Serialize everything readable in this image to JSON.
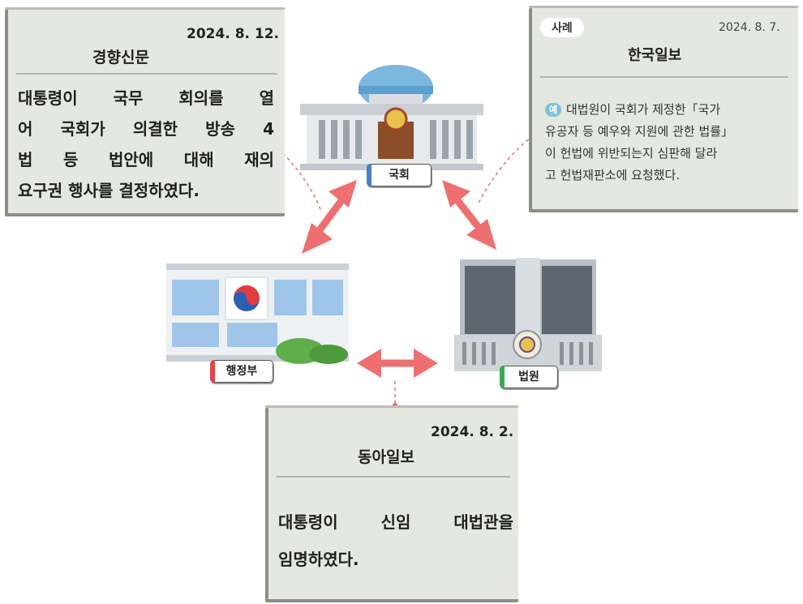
{
  "left_card": {
    "date": "2024. 8. 12.",
    "paper": "경향신문",
    "lines": [
      "대통령이 국무 회의를 열",
      "어 국회가 의결한 방송 4",
      "법 등 법안에 대해 재의",
      "요구권 행사를 결정하였다."
    ]
  },
  "right_card": {
    "tag": "사례",
    "date": "2024. 8. 7.",
    "paper": "한국일보",
    "badge": "예",
    "lines": [
      "대법원이 국회가 제정한「국가",
      "유공자 등 예우와 지원에 관한 법률」",
      "이 헌법에 위반되는지 심판해 달라",
      "고 헌법재판소에 요청했다."
    ]
  },
  "bottom_card": {
    "date": "2024. 8. 2.",
    "paper": "동아일보",
    "lines": [
      "대통령이 신임 대법관을",
      "임명하였다."
    ]
  },
  "buildings": {
    "assembly": "국회",
    "executive": "행정부",
    "court": "법원"
  },
  "colors": {
    "card_bg": "#e4e8e1",
    "arrow": "#ee6f70",
    "dash": "#e96a6a",
    "assembly_accent": "#4d7dc4",
    "executive_accent": "#e4444a",
    "court_accent": "#3caa55"
  }
}
